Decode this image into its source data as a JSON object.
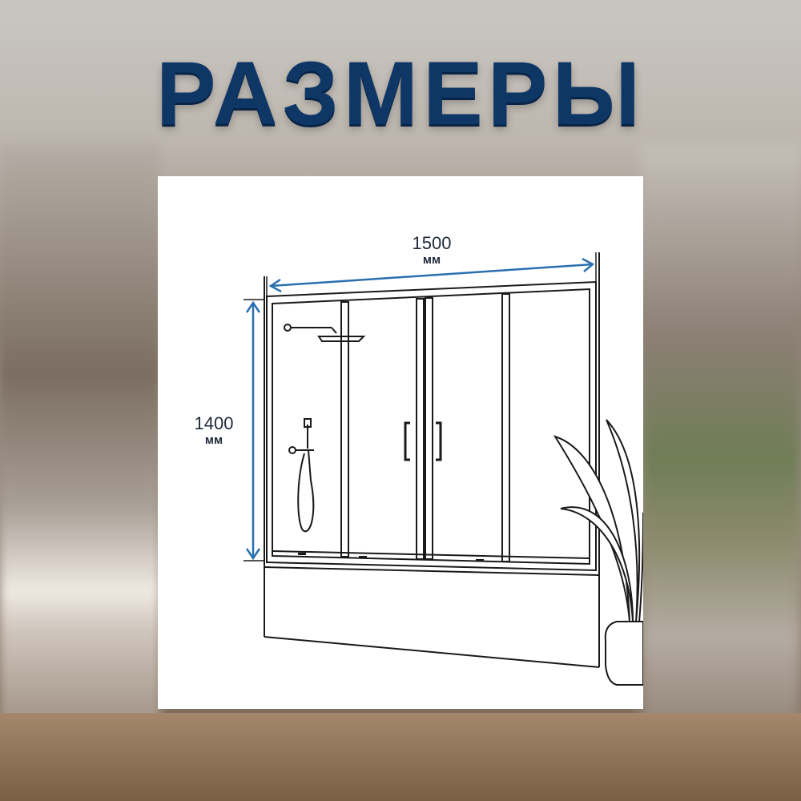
{
  "title": "РАЗМЕРЫ",
  "dimensions": {
    "width": {
      "value": "1500",
      "unit": "мм"
    },
    "height": {
      "value": "1400",
      "unit": "мм"
    }
  },
  "colors": {
    "title": "#0f3766",
    "dimension_line": "#2a6fb0",
    "drawing": "#1a1a1a",
    "card": "#ffffff"
  }
}
